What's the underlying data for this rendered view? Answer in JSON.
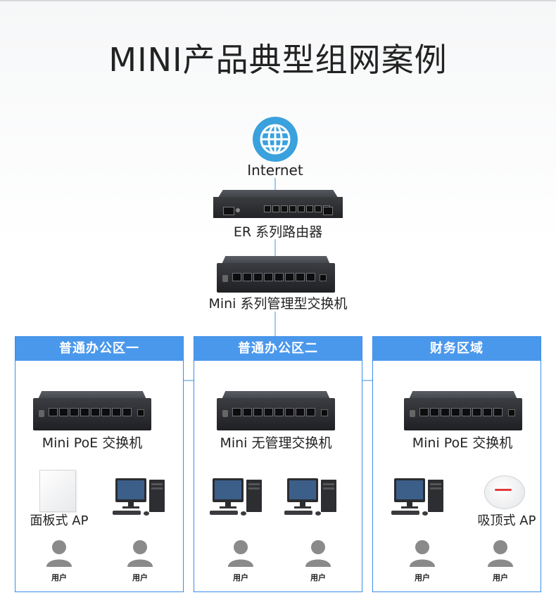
{
  "title": "MINI产品典型组网案例",
  "top": {
    "internet_label": "Internet",
    "router_label": "ER 系列路由器",
    "core_switch_label": "Mini 系列管理型交换机"
  },
  "zones": [
    {
      "name": "普通办公区一",
      "switch_label": "Mini PoE 交换机",
      "devices": [
        {
          "type": "panel-ap",
          "label": "面板式 AP"
        },
        {
          "type": "pc",
          "label": ""
        }
      ],
      "users": [
        "用户",
        "用户"
      ]
    },
    {
      "name": "普通办公区二",
      "switch_label": "Mini 无管理交换机",
      "devices": [
        {
          "type": "pc",
          "label": ""
        },
        {
          "type": "pc",
          "label": ""
        }
      ],
      "users": [
        "用户",
        "用户"
      ]
    },
    {
      "name": "财务区域",
      "switch_label": "Mini PoE 交换机",
      "devices": [
        {
          "type": "pc",
          "label": ""
        },
        {
          "type": "ceiling-ap",
          "label": "吸顶式 AP"
        }
      ],
      "users": [
        "用户",
        "用户"
      ]
    }
  ],
  "colors": {
    "accent": "#4a98ec",
    "zone_border": "#3b8ce8",
    "globe": "#3aa1dd",
    "wire": "#5aa8e8",
    "device_dark": "#2a2b2f",
    "user_icon": "#8a8a8a"
  },
  "icons": [
    "globe-icon",
    "router-icon",
    "switch-icon",
    "panel-ap-icon",
    "desktop-pc-icon",
    "ceiling-ap-icon",
    "user-icon"
  ]
}
